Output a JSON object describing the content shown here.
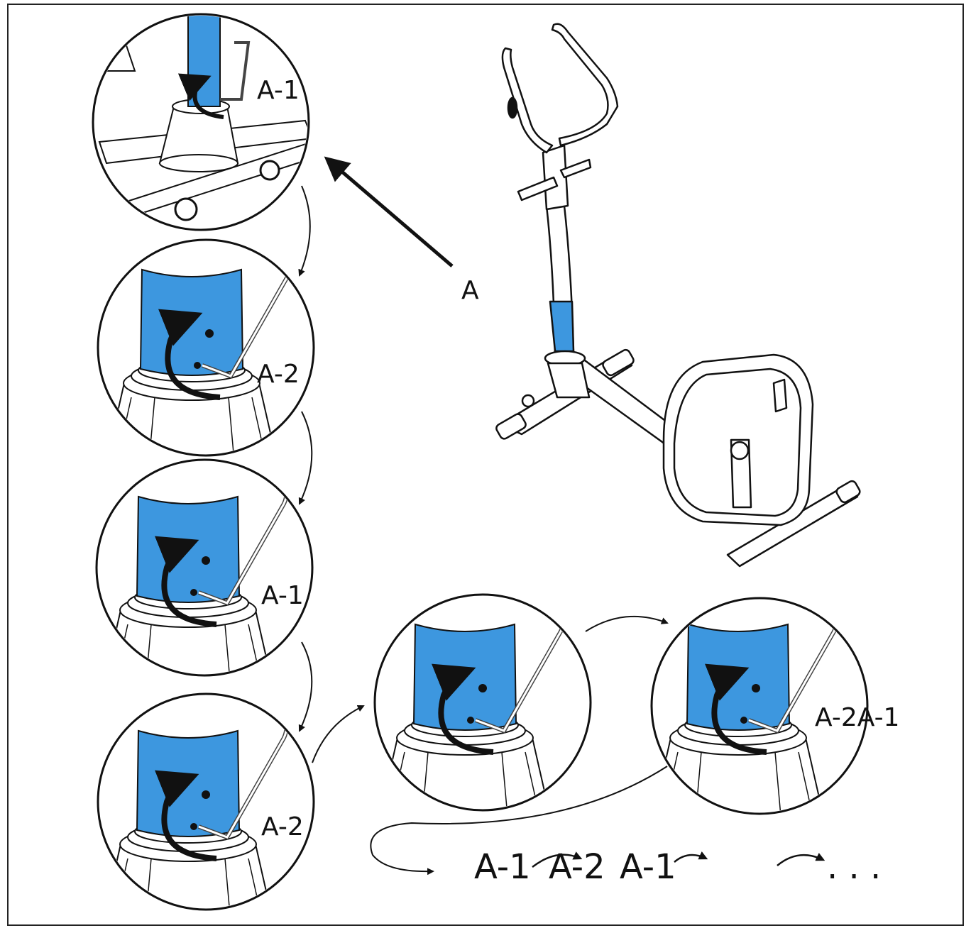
{
  "labels": {
    "a": "A",
    "d1": "A-1",
    "d2": "A-2",
    "d3": "A-1",
    "d4": "A-2",
    "d6": "A-2A-1",
    "seq1": "A-1",
    "seq2": "A-2",
    "seq3": "A-1",
    "ellipsis": ". . ."
  },
  "colors": {
    "tube_blue": "#3d97df",
    "line": "#111111"
  }
}
